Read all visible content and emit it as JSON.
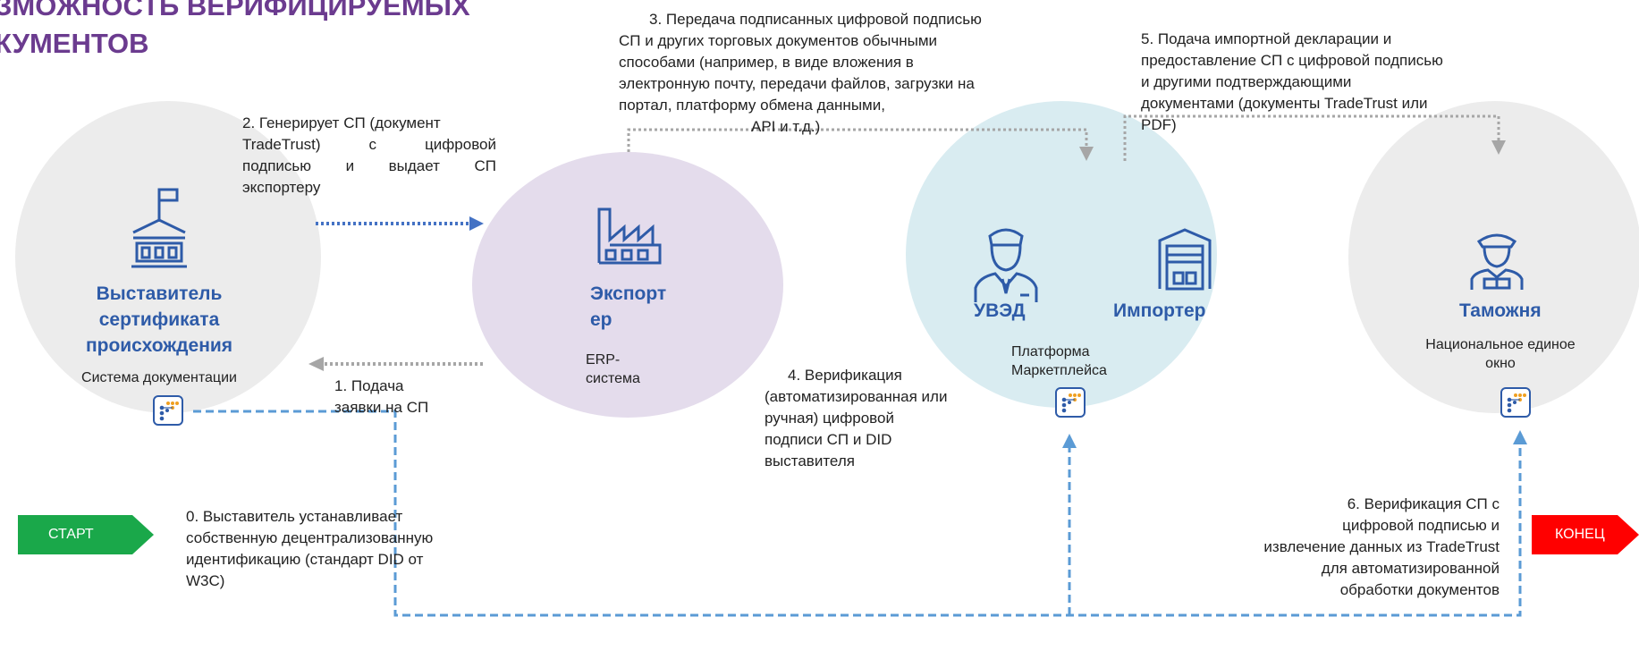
{
  "title": {
    "line1": "ЗМОЖНОСТЬ ВЕРИФИЦИРУЕМЫХ",
    "line2": "КУМЕНТОВ"
  },
  "nodes": {
    "issuer": {
      "name_lines": [
        "Выставитель",
        "сертификата",
        "происхождения"
      ],
      "system": "Система документации"
    },
    "exporter": {
      "name_lines": [
        "Экспорт",
        "ер"
      ],
      "system_lines": [
        "ERP-",
        "система"
      ]
    },
    "importer_group": {
      "uved": "УВЭД",
      "importer": "Импортер",
      "platform_lines": [
        "Платформа",
        "Маркетплейса"
      ]
    },
    "customs": {
      "name": "Таможня",
      "window_lines": [
        "Национальное единое",
        "окно"
      ]
    }
  },
  "steps": {
    "s0": [
      "0. Выставитель устанавливает",
      "собственную децентрализованную",
      "идентификацию (стандарт DID от",
      "W3C)"
    ],
    "s1": [
      "1. Подача",
      "заявки на СП"
    ],
    "s2": [
      "2. Генерирует СП (документ",
      "TradeTrust) с цифровой",
      "подписью и выдает СП",
      "экспортеру"
    ],
    "s3": [
      "3. Передача подписанных цифровой подписью",
      "СП и других торговых документов обычными",
      "способами (например, в виде вложения в",
      "электронную почту, передачи файлов, загрузки на",
      "портал, платформу обмена данными,",
      "API и т.д.)"
    ],
    "s4": [
      "4. Верификация",
      "(автоматизированная или",
      "ручная) цифровой",
      "подписи СП  и DID",
      "выставителя"
    ],
    "s5": [
      "5. Подача импортной декларации и",
      "предоставление СП с цифровой подписью",
      "и другими подтверждающими",
      "документами (документы TradeTrust или",
      "PDF)"
    ],
    "s6": [
      "6. Верификация СП с",
      "цифровой подписью и",
      "извлечение данных из TradeTrust",
      "для автоматизированной",
      "обработки документов"
    ]
  },
  "badges": {
    "start": "СТАРТ",
    "end": "КОНЕЦ"
  },
  "colors": {
    "title": "#6b3b8f",
    "node_label": "#2e5ba8",
    "dashed_blue": "#5b9bd5",
    "dotted_gray": "#a6a6a6",
    "start_green": "#1aa84a",
    "end_red": "#ff0000"
  },
  "icons": [
    "building-flag-icon",
    "factory-icon",
    "officer-icon",
    "warehouse-icon",
    "customs-officer-icon",
    "tradetrust-icon"
  ]
}
